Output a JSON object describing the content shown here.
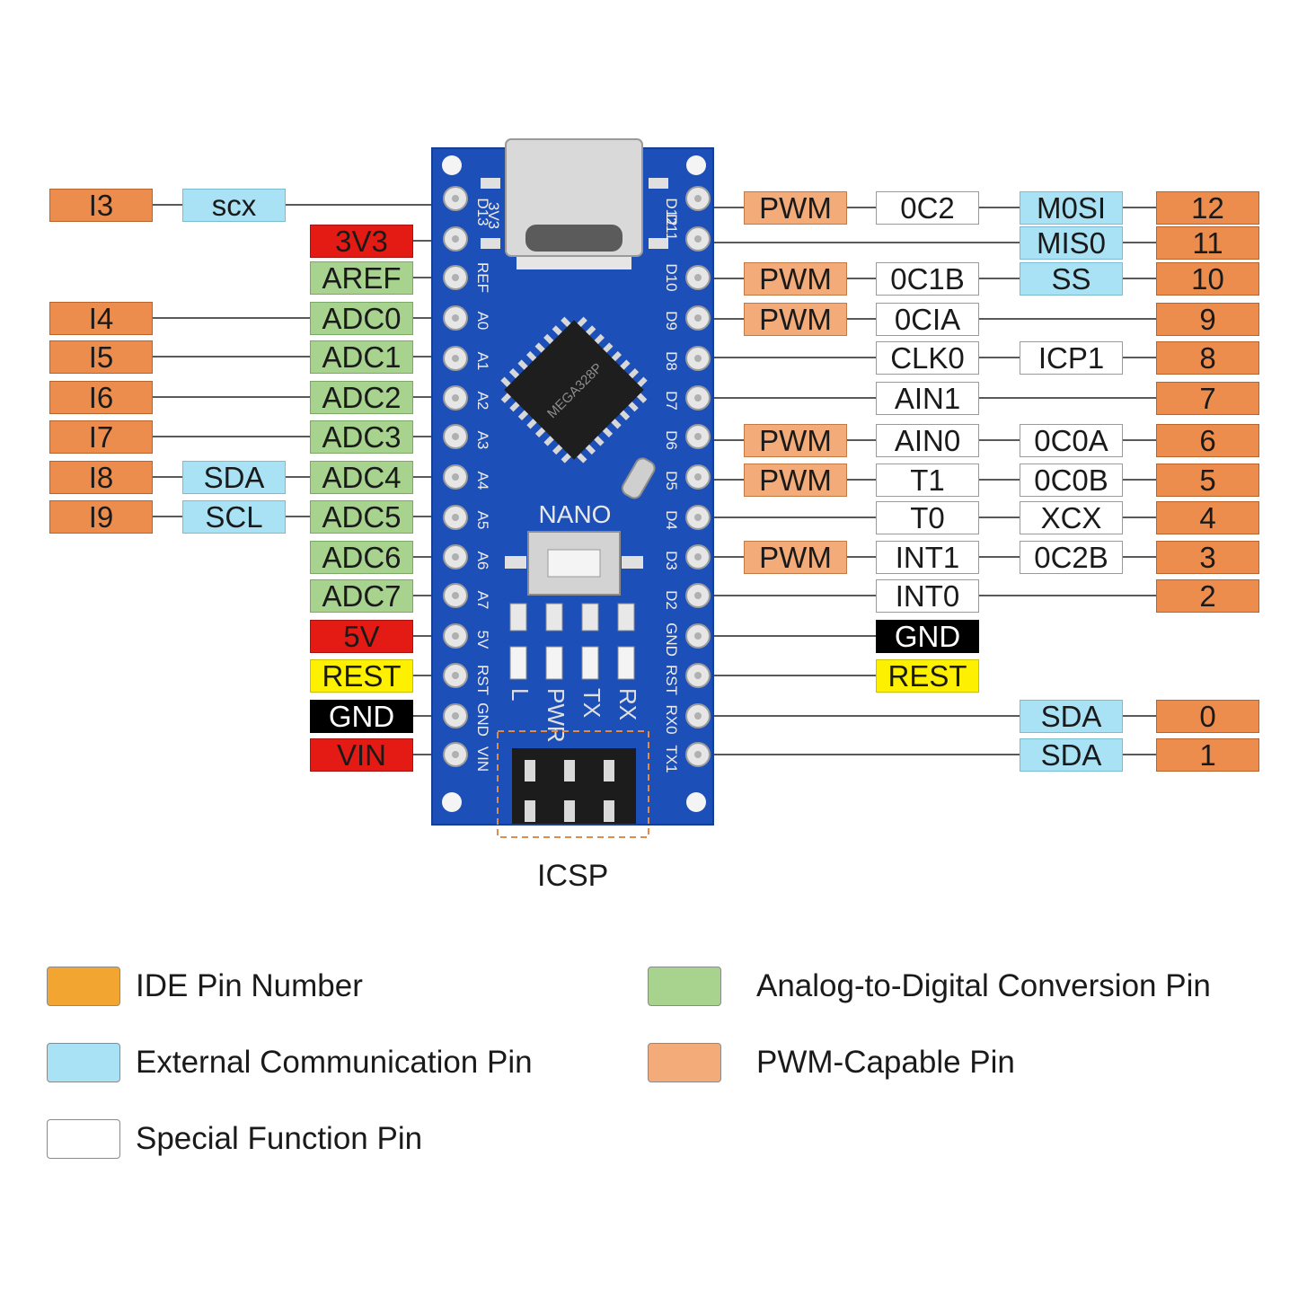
{
  "colors": {
    "ide": "#f2a531",
    "comm": "#a9e2f4",
    "adc": "#a7d38f",
    "pwm": "#f3ac79",
    "special": "#ffffff",
    "power": "#e31b14",
    "reset": "#fdf000",
    "ground": "#000000",
    "board": "#1d4fb8"
  },
  "board": {
    "name": "NANO",
    "chip_text": "MEGA328P",
    "left_silk": [
      "D13",
      "REF",
      "A0",
      "A1",
      "A2",
      "A3",
      "A4",
      "A5",
      "A6",
      "A7",
      "5V",
      "RST",
      "GND",
      "VIN"
    ],
    "right_silk": [
      "D12",
      "D11",
      "D10",
      "D9",
      "D8",
      "D7",
      "D6",
      "D5",
      "D4",
      "D3",
      "D2",
      "GND",
      "RST",
      "RX0",
      "TX1"
    ],
    "top_silk": "3V3",
    "leds": [
      "L",
      "PWR",
      "TX",
      "RX"
    ],
    "icsp_label": "ICSP"
  },
  "left_pins": [
    {
      "ide": "I3",
      "comm": "scx"
    },
    {
      "power": "3V3"
    },
    {
      "adc": "AREF"
    },
    {
      "ide": "I4",
      "adc": "ADC0"
    },
    {
      "ide": "I5",
      "adc": "ADC1"
    },
    {
      "ide": "I6",
      "adc": "ADC2"
    },
    {
      "ide": "I7",
      "adc": "ADC3"
    },
    {
      "ide": "I8",
      "comm": "SDA",
      "adc": "ADC4"
    },
    {
      "ide": "I9",
      "comm": "SCL",
      "adc": "ADC5"
    },
    {
      "adc": "ADC6"
    },
    {
      "adc": "ADC7"
    },
    {
      "power": "5V"
    },
    {
      "reset": "REST"
    },
    {
      "ground": "GND"
    },
    {
      "power": "VIN"
    }
  ],
  "right_pins": [
    {
      "pwm": "PWM",
      "special": "0C2",
      "comm": "M0SI",
      "ide": "12"
    },
    {
      "comm": "MIS0",
      "ide": "11"
    },
    {
      "pwm": "PWM",
      "special": "0C1B",
      "comm": "SS",
      "ide": "10"
    },
    {
      "pwm": "PWM",
      "special": "0CIA",
      "ide": "9"
    },
    {
      "special": "CLK0",
      "special2": "ICP1",
      "ide": "8"
    },
    {
      "special": "AIN1",
      "ide": "7"
    },
    {
      "pwm": "PWM",
      "special": "AIN0",
      "special2": "0C0A",
      "ide": "6"
    },
    {
      "pwm": "PWM",
      "special": "T1",
      "special2": "0C0B",
      "ide": "5"
    },
    {
      "special": "T0",
      "special2": "XCX",
      "ide": "4"
    },
    {
      "pwm": "PWM",
      "special": "INT1",
      "special2": "0C2B",
      "ide": "3"
    },
    {
      "special": "INT0",
      "ide": "2"
    },
    {
      "ground": "GND"
    },
    {
      "reset": "REST"
    },
    {
      "comm": "SDA",
      "ide": "0"
    },
    {
      "comm": "SDA",
      "ide": "1"
    }
  ],
  "legend": [
    {
      "color": "#f2a531",
      "text": "IDE Pin Number"
    },
    {
      "color": "#a7d38f",
      "text": "Analog-to-Digital Conversion Pin"
    },
    {
      "color": "#a9e2f4",
      "text": "External Communication Pin"
    },
    {
      "color": "#f3ac79",
      "text": "PWM-Capable Pin"
    },
    {
      "color": "#ffffff",
      "text": "Special Function Pin"
    }
  ]
}
